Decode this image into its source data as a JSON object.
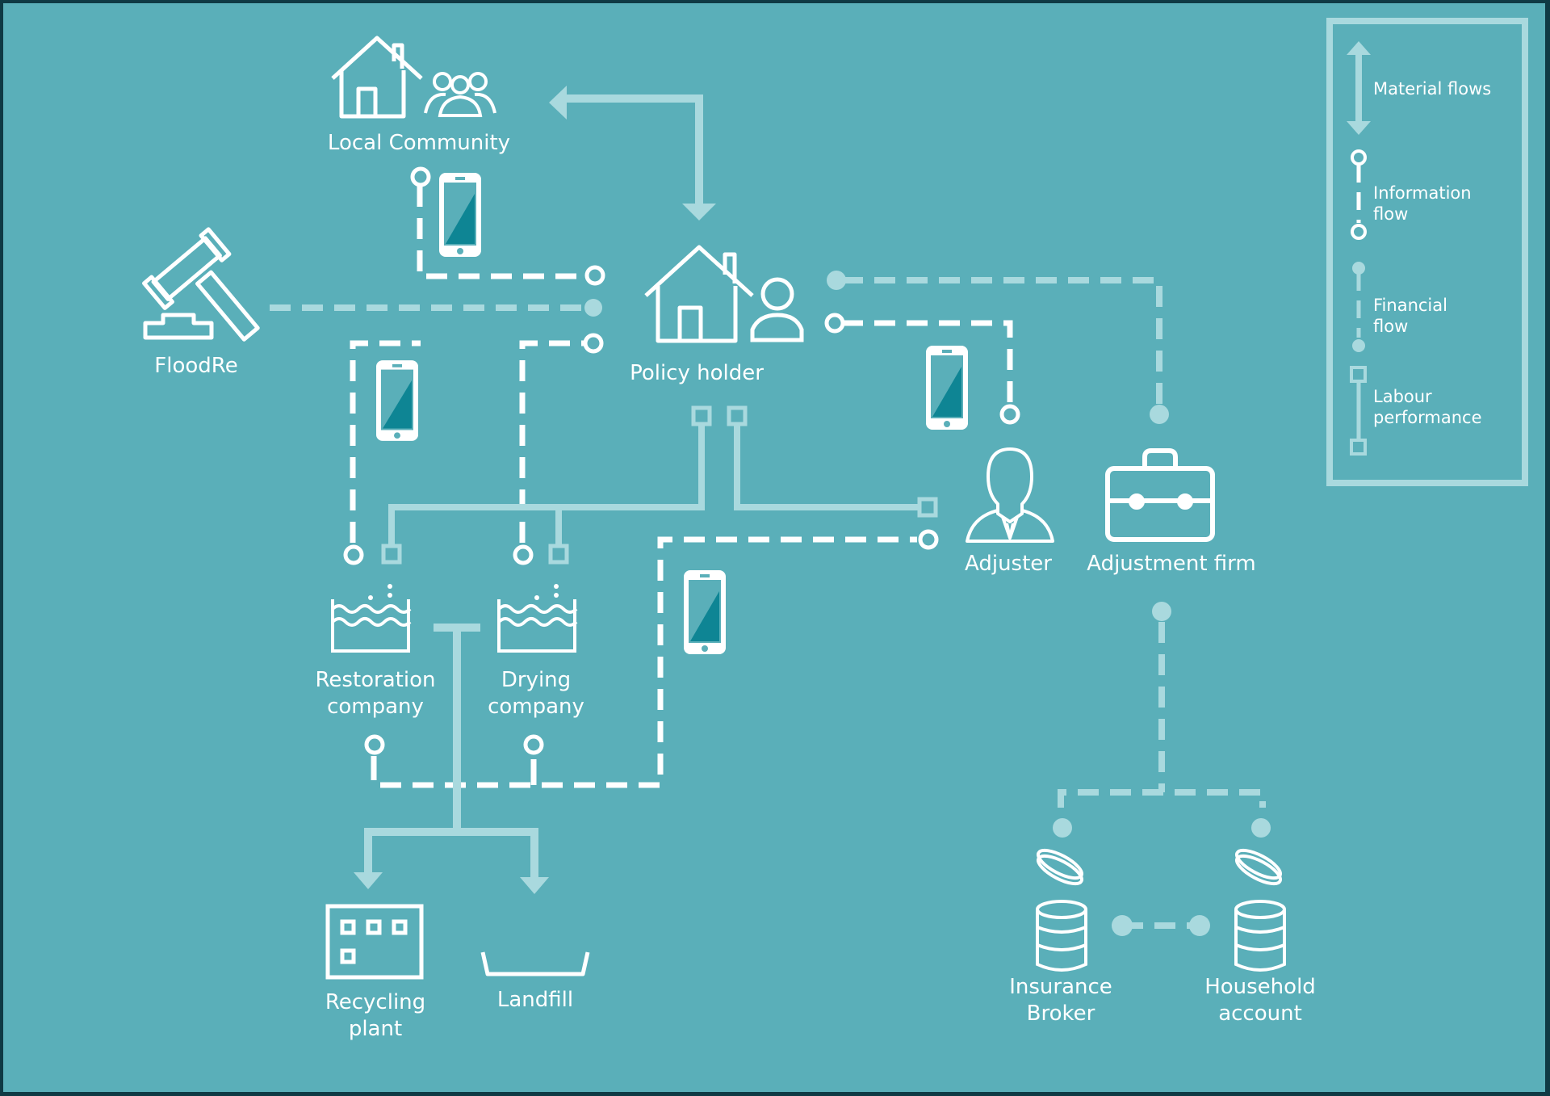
{
  "nodes": {
    "local_community": "Local Community",
    "floodre": "FloodRe",
    "policy_holder": "Policy holder",
    "restoration_line1": "Restoration",
    "restoration_line2": "company",
    "drying_line1": "Drying",
    "drying_line2": "company",
    "adjuster": "Adjuster",
    "adjustment_firm": "Adjustment firm",
    "recycling_line1": "Recycling",
    "recycling_line2": "plant",
    "landfill": "Landfill",
    "broker_line1": "Insurance",
    "broker_line2": "Broker",
    "household_line1": "Household",
    "household_line2": "account"
  },
  "legend": {
    "material": "Material flows",
    "information_line1": "Information",
    "information_line2": "flow",
    "financial_line1": "Financial",
    "financial_line2": "flow",
    "labour_line1": "Labour",
    "labour_line2": "performance"
  },
  "colors": {
    "background": "#5aafb9",
    "frame": "#0f3a44",
    "icon": "#ffffff",
    "flow": "#a9d9de",
    "phone_screen": "#0e8594"
  },
  "icons": [
    "house-icon",
    "people-icon",
    "gavel-icon",
    "person-icon",
    "smartphone-icon",
    "water-tank-icon",
    "businessman-icon",
    "briefcase-icon",
    "factory-icon",
    "landfill-icon",
    "coin-stack-icon"
  ]
}
